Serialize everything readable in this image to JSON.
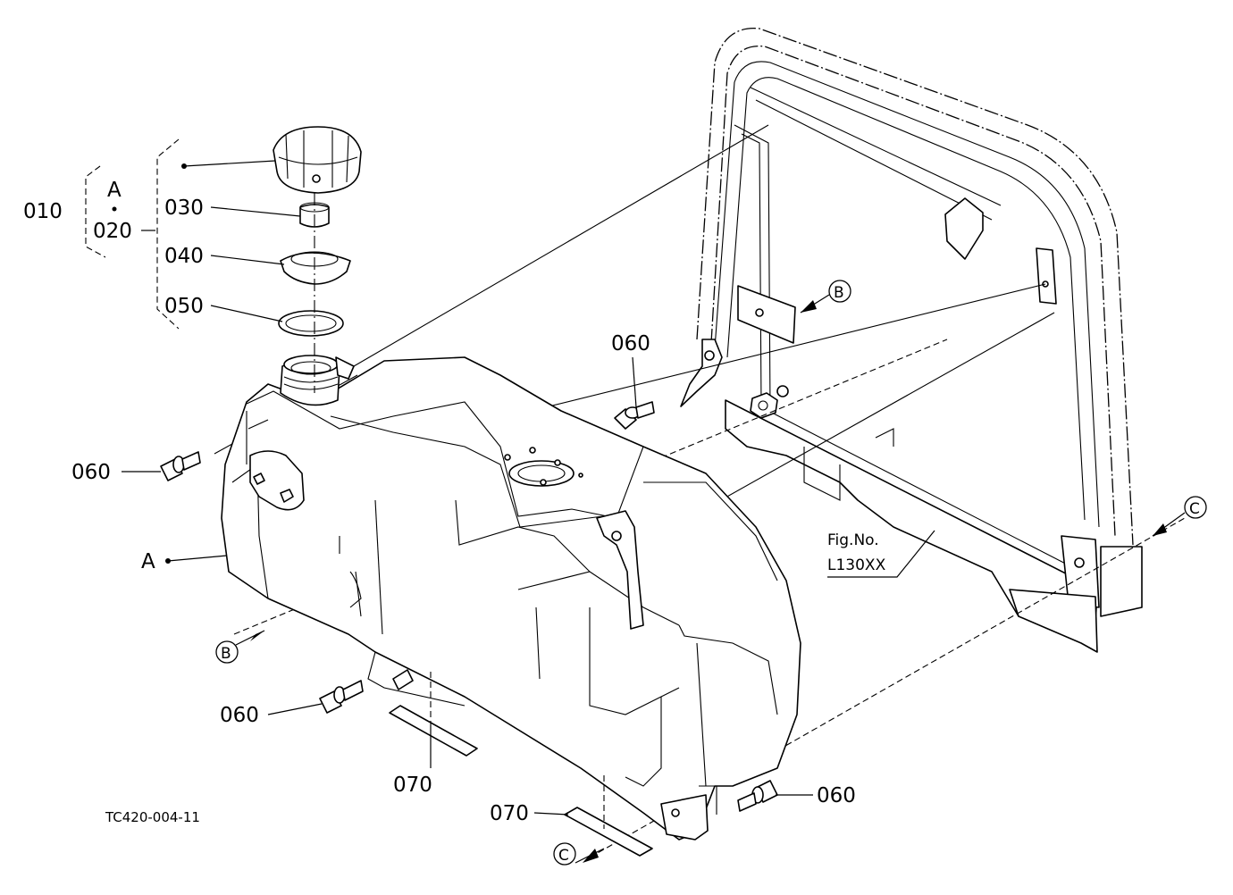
{
  "diagram": {
    "figure_code": "TC420-004-11",
    "fig_ref": {
      "line1": "Fig.No.",
      "line2": "L130XX"
    },
    "labels": {
      "p010": "010",
      "a_top": "A",
      "p020": "020",
      "p030": "030",
      "p040": "040",
      "p050": "050",
      "p060_left": "060",
      "p060_top": "060",
      "p060_bottom_left": "060",
      "p060_bottom_right": "060",
      "p070_left": "070",
      "p070_bottom": "070",
      "a_tank": "A"
    },
    "callouts": {
      "b_frame": "B",
      "b_tank": "B",
      "c_frame": "C",
      "c_tank": "C"
    }
  }
}
